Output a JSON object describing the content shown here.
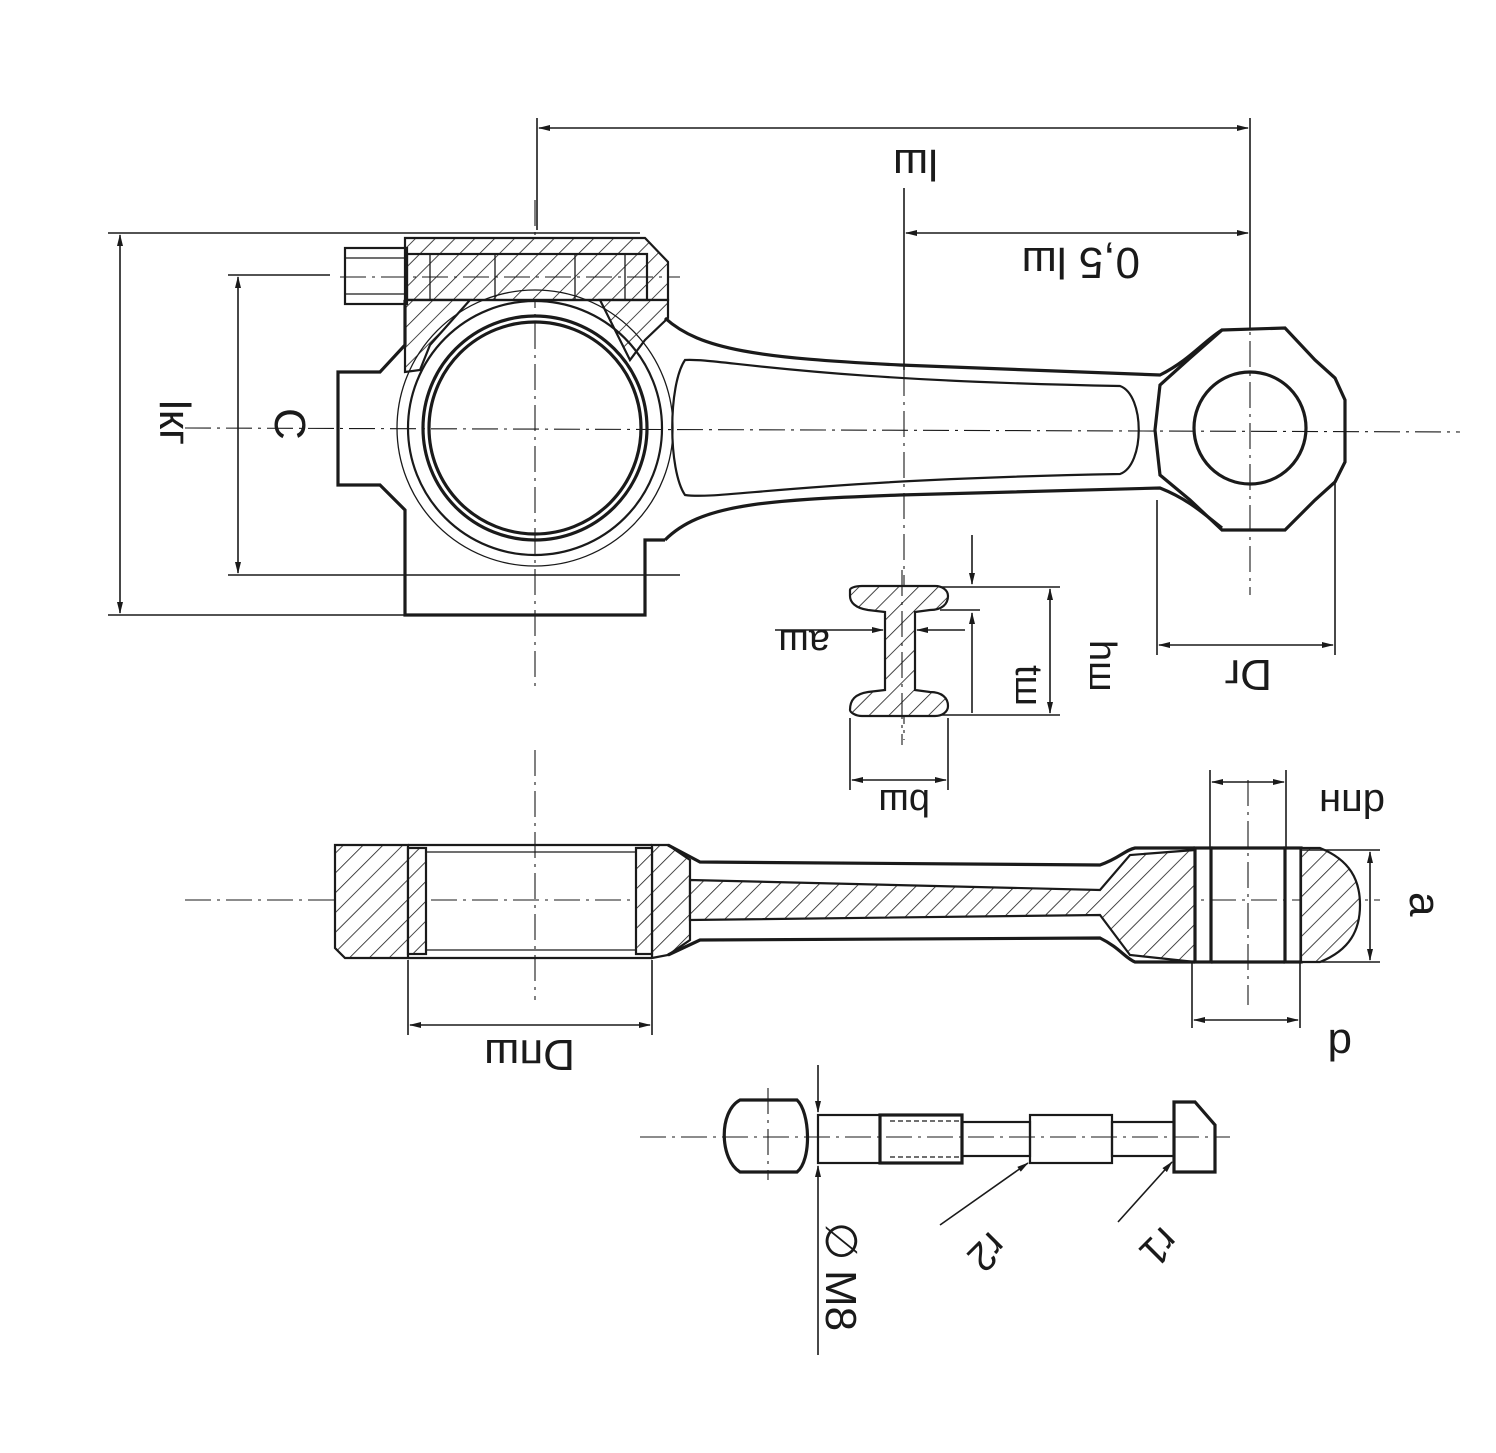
{
  "labels": {
    "l_sh": "lш",
    "half_l_sh": "0,5 lш",
    "l_kg": "lкг",
    "C": "C",
    "D_g": "Dг",
    "a_sh": "aш",
    "t_sh": "tш",
    "h_sh": "hш",
    "b_sh": "bш",
    "d_pn": "dпн",
    "a": "a",
    "d": "d",
    "D_psh": "Dпш",
    "r1": "r1",
    "r2": "r2",
    "M8": "M8"
  },
  "diameter_symbol": "∅",
  "colors": {
    "ink": "#1a1a1a",
    "paper": "#ffffff"
  }
}
